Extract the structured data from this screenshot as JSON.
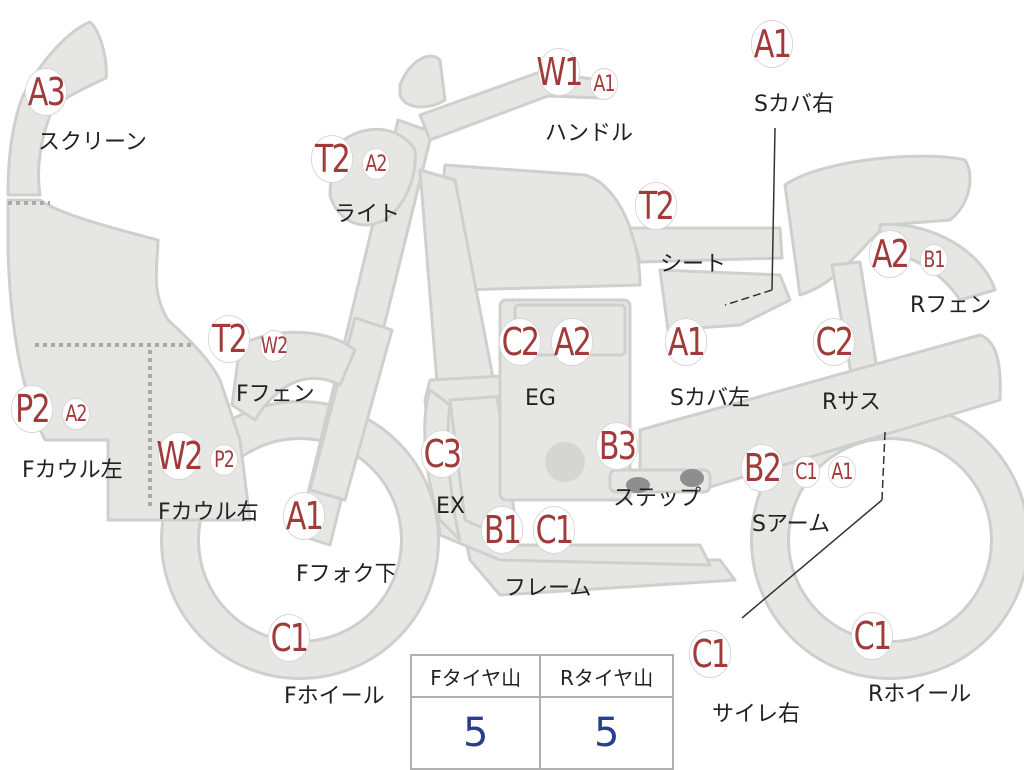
{
  "marks": {
    "screen": {
      "codes": [
        "A3"
      ],
      "label": "スクリーン"
    },
    "light": {
      "codes": [
        "T2",
        "A2"
      ],
      "label": "ライト"
    },
    "handle": {
      "codes": [
        "W1",
        "A1"
      ],
      "label": "ハンドル"
    },
    "scover_right": {
      "codes": [
        "A1"
      ],
      "label": "Sカバ右"
    },
    "seat": {
      "codes": [
        "T2"
      ],
      "label": "シート"
    },
    "rfender": {
      "codes": [
        "A2",
        "B1"
      ],
      "label": "Rフェン"
    },
    "ffender": {
      "codes": [
        "T2",
        "W2"
      ],
      "label": "Fフェン"
    },
    "engine": {
      "codes": [
        "C2",
        "A2"
      ],
      "label": "EG"
    },
    "scover_left": {
      "codes": [
        "A1"
      ],
      "label": "Sカバ左"
    },
    "rsus": {
      "codes": [
        "C2"
      ],
      "label": "Rサス"
    },
    "fcowl_left": {
      "codes": [
        "P2",
        "A2"
      ],
      "label": "Fカウル左"
    },
    "fcowl_right": {
      "codes": [
        "W2",
        "P2"
      ],
      "label": "Fカウル右"
    },
    "exhaust": {
      "codes": [
        "C3"
      ],
      "label": "EX"
    },
    "step": {
      "codes": [
        "B3"
      ],
      "label": "ステップ"
    },
    "swingarm": {
      "codes": [
        "B2",
        "C1",
        "A1"
      ],
      "label": "Sアーム"
    },
    "ffork_lower": {
      "codes": [
        "A1"
      ],
      "label": "Fフォク下"
    },
    "frame": {
      "codes": [
        "B1",
        "C1"
      ],
      "label": "フレーム"
    },
    "fwheel": {
      "codes": [
        "C1"
      ],
      "label": "Fホイール"
    },
    "silencer_right": {
      "codes": [
        "C1"
      ],
      "label": "サイレ右"
    },
    "rwheel": {
      "codes": [
        "C1"
      ],
      "label": "Rホイール"
    }
  },
  "tires": {
    "front_header": "Fタイヤ山",
    "rear_header": "Rタイヤ山",
    "front_value": "5",
    "rear_value": "5"
  },
  "colors": {
    "grade_text": "#a13a3a",
    "part_fill": "#e6e6e4",
    "part_stroke": "#cfcfcd",
    "tire_value": "#2a3f8a"
  }
}
